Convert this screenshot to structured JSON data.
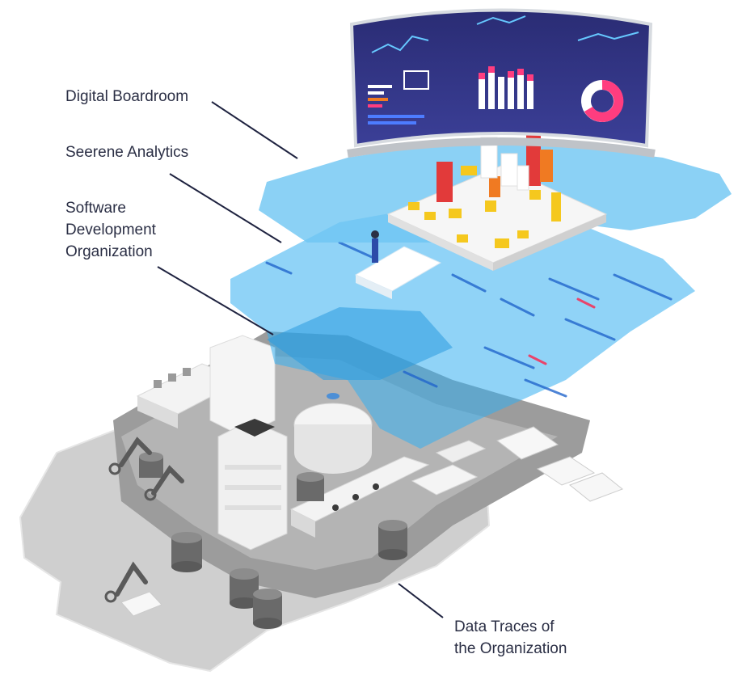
{
  "layers": {
    "boardroom": {
      "label": "Digital Boardroom"
    },
    "analytics": {
      "label": "Seerene Analytics"
    },
    "software": {
      "lines": [
        "Software",
        "Development",
        "Organization"
      ]
    },
    "traces": {
      "lines": [
        "Data Traces of",
        "the Organization"
      ]
    }
  },
  "colors": {
    "label_text": "#2b2f45",
    "leader_line": "#1f2340",
    "screen_bg": "#2d2f7a",
    "sky_layer": "#6ec6f2",
    "analytics_layer": "#35aef0",
    "org_layer": "#9a9a9a",
    "traces_layer": "#c8c8c8",
    "accent_red": "#e23a3a",
    "accent_orange": "#f07a22",
    "accent_yellow": "#f5c81e",
    "accent_pink": "#ff3d7f"
  }
}
